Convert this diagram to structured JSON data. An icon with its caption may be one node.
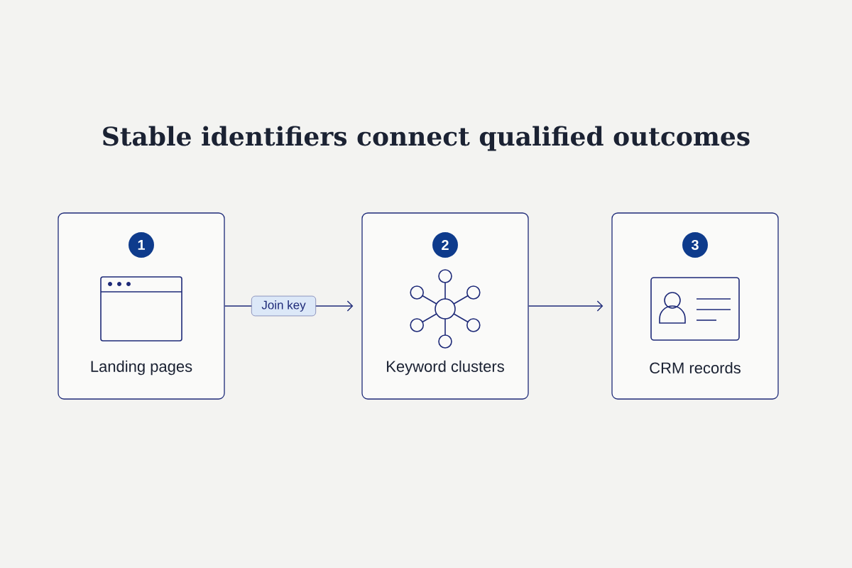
{
  "diagram": {
    "title": "Stable identifiers connect qualified outcomes",
    "nodes": [
      {
        "text": [
          "1",
          "Landing pages"
        ]
      },
      {
        "text": [
          "2",
          "Keyword clusters"
        ]
      },
      {
        "text": [
          "3",
          "CRM records"
        ]
      }
    ],
    "edges": [
      {
        "from": 0,
        "to": 1,
        "arrow": "to",
        "label": "Join key"
      },
      {
        "from": 1,
        "to": 2,
        "arrow": "to"
      }
    ]
  }
}
